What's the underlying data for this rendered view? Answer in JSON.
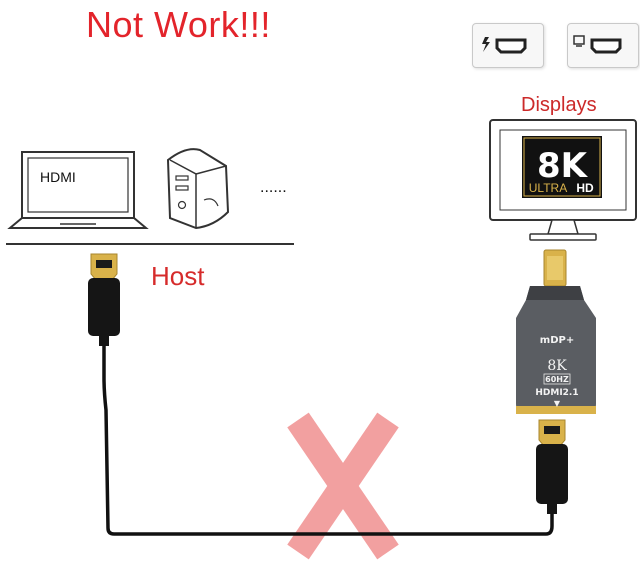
{
  "title": "Not Work!!!",
  "labels": {
    "displays": "Displays",
    "host": "Host",
    "laptop_screen": "HDMI",
    "ellipsis": "......"
  },
  "monitor_badge": {
    "big": "8K",
    "small_left": "ULTRA",
    "small_right": "HD"
  },
  "adapter": {
    "top_label": "mDP+",
    "resolution": "8K",
    "refresh": "60HZ",
    "standard": "HDMI2.1",
    "arrow": "▼"
  },
  "colors": {
    "title_red": "#e3242b",
    "cross_pink": "#f2a0a0",
    "adapter_gray": "#5a5d62",
    "gold": "#d9b24a",
    "cable_black": "#111111"
  },
  "icons": [
    "thunderbolt-port-icon",
    "minidisplayport-icon",
    "laptop-icon",
    "desktop-tower-icon",
    "monitor-icon",
    "x-cross-icon"
  ]
}
